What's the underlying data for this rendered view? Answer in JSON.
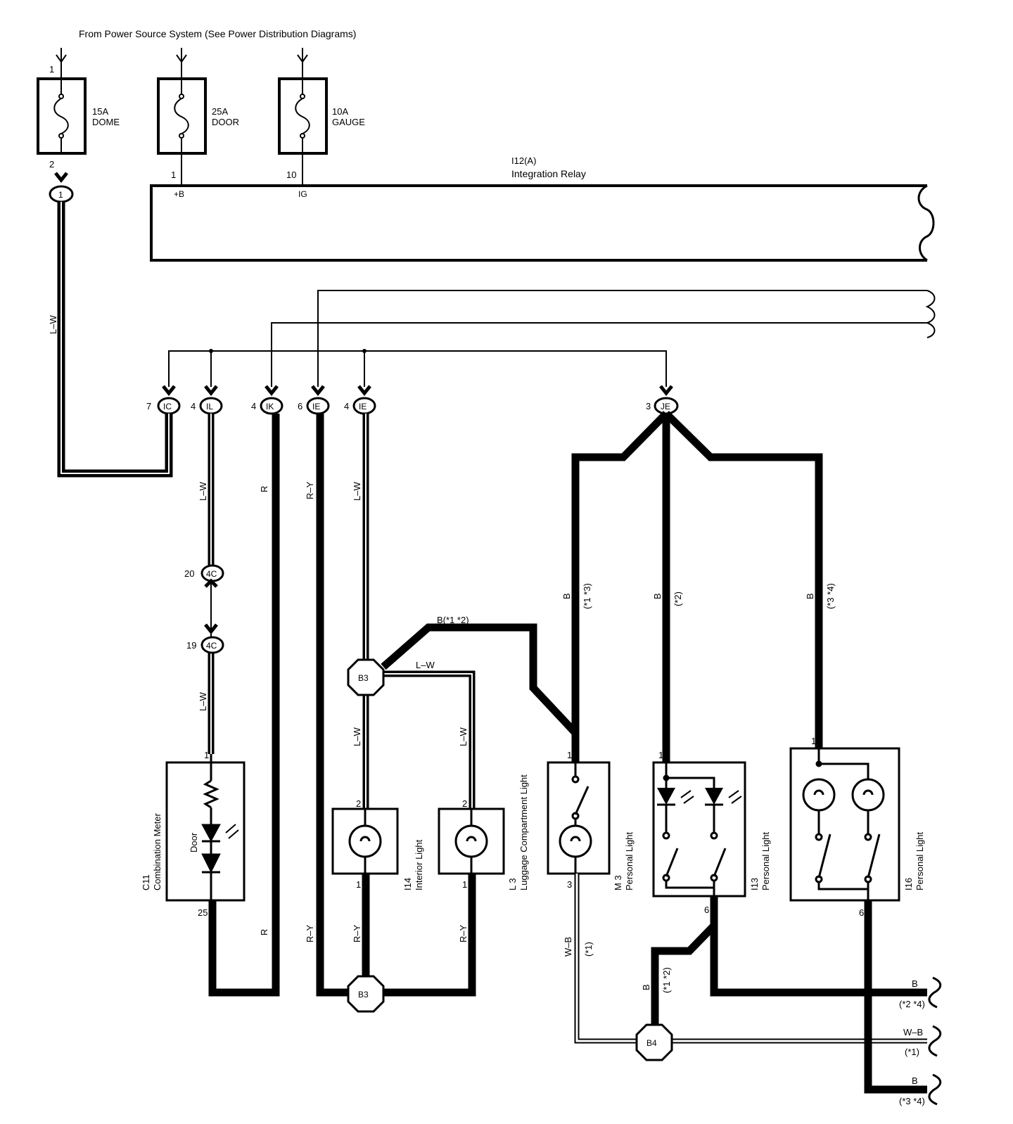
{
  "header": {
    "source_note": "From Power Source System (See Power Distribution Diagrams)"
  },
  "fuses": [
    {
      "amp": "15A",
      "name": "DOME",
      "pin_in": "1",
      "pin_out": "2"
    },
    {
      "amp": "25A",
      "name": "DOOR",
      "pin_out": "1",
      "terminal": "+B"
    },
    {
      "amp": "10A",
      "name": "GAUGE",
      "pin_out": "10",
      "terminal": "IG"
    }
  ],
  "relay": {
    "code": "I12(A)",
    "name": "Integration Relay"
  },
  "connectors": {
    "c1": "1",
    "ic": {
      "pin": "7",
      "code": "IC"
    },
    "il": {
      "pin": "4",
      "code": "IL"
    },
    "ik": {
      "pin": "4",
      "code": "IK"
    },
    "ie6": {
      "pin": "6",
      "code": "IE"
    },
    "ie4": {
      "pin": "4",
      "code": "IE"
    },
    "je": {
      "pin": "3",
      "code": "JE"
    },
    "c4c20": {
      "pin": "20",
      "code": "4C"
    },
    "c4c19": {
      "pin": "19",
      "code": "4C"
    }
  },
  "junctions": {
    "b3_top": "B3",
    "b3_bottom": "B3",
    "b4": "B4"
  },
  "wires": {
    "lw": "L–W",
    "r": "R",
    "ry": "R–Y",
    "b": "B",
    "wb": "W–B",
    "b_star12_top": "B(*1 *2)",
    "star13": "(*1 *3)",
    "star2": "(*2)",
    "star34": "(*3 *4)",
    "star1": "(*1)",
    "star12": "(*1 *2)"
  },
  "components": {
    "c11": {
      "code": "C11",
      "name": "Combination Meter",
      "inner": "Door",
      "pin_top": "1",
      "pin_bottom": "25"
    },
    "i14": {
      "code": "I14",
      "name": "Interior Light",
      "pin_top": "2",
      "pin_bottom": "1"
    },
    "l3": {
      "code": "L 3",
      "name": "Luggage Compartment Light",
      "pin_top": "2",
      "pin_bottom": "1"
    },
    "m3": {
      "code": "M 3",
      "name": "Personal Light",
      "pin_top": "1",
      "pin_bottom": "3"
    },
    "i13": {
      "code": "I13",
      "name": "Personal Light",
      "pin_top": "1",
      "pin_bottom": "6"
    },
    "i16": {
      "code": "I16",
      "name": "Personal Light",
      "pin_top": "1",
      "pin_bottom": "6"
    }
  },
  "outputs": [
    {
      "wire": "B",
      "note": "(*2 *4)"
    },
    {
      "wire": "W–B",
      "note": "(*1)"
    },
    {
      "wire": "B",
      "note": "(*3 *4)"
    }
  ]
}
